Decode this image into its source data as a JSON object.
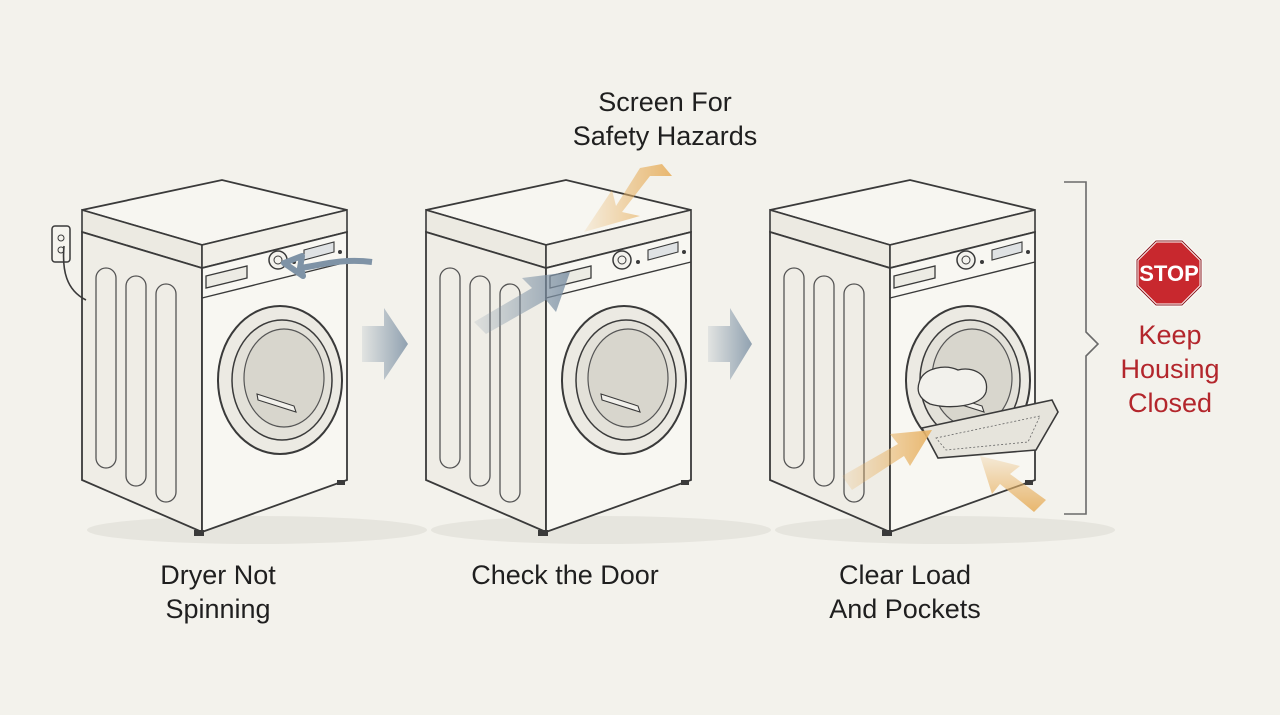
{
  "steps": [
    {
      "label_lines": [
        "Dryer Not",
        "Spinning"
      ]
    },
    {
      "label_lines": [
        "Check the Door"
      ]
    },
    {
      "label_lines": [
        "Clear Load",
        "And Pockets"
      ]
    }
  ],
  "top_callout": {
    "lines": [
      "Screen For",
      "Safety Hazards"
    ]
  },
  "stop_sign": {
    "text": "STOP",
    "color": "#c8282e"
  },
  "warning": {
    "lines": [
      "Keep",
      "Housing",
      "Closed"
    ],
    "color": "#b3262c"
  },
  "colors": {
    "background": "#f3f2ec",
    "sketch_line": "#3a3a3a",
    "blue_arrow": "#7f93a6",
    "orange_arrow": "#e8b468"
  }
}
